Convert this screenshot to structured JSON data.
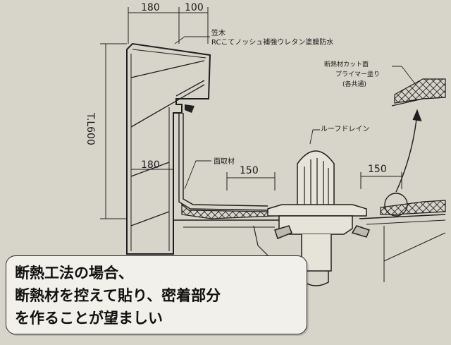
{
  "dimensions": {
    "top_left": "180",
    "top_right": "100",
    "vertical": "T.L600",
    "mid": "180",
    "left_150": "150",
    "right_150": "150"
  },
  "labels": {
    "kasagi": "笠木",
    "waterproof": "RCこてノッシュ補強ウレタン塗膜防水",
    "mentori": "面取材",
    "roof_drain": "ルーフドレイン",
    "detail_line1": "断熱材カット面",
    "detail_line2": "プライマー塗り",
    "detail_line3": "(各共通)"
  },
  "callout": {
    "line1": "断熱工法の場合、",
    "line2": "断熱材を控えて貼り、密着部分",
    "line3": "を作ることが望ましい"
  }
}
